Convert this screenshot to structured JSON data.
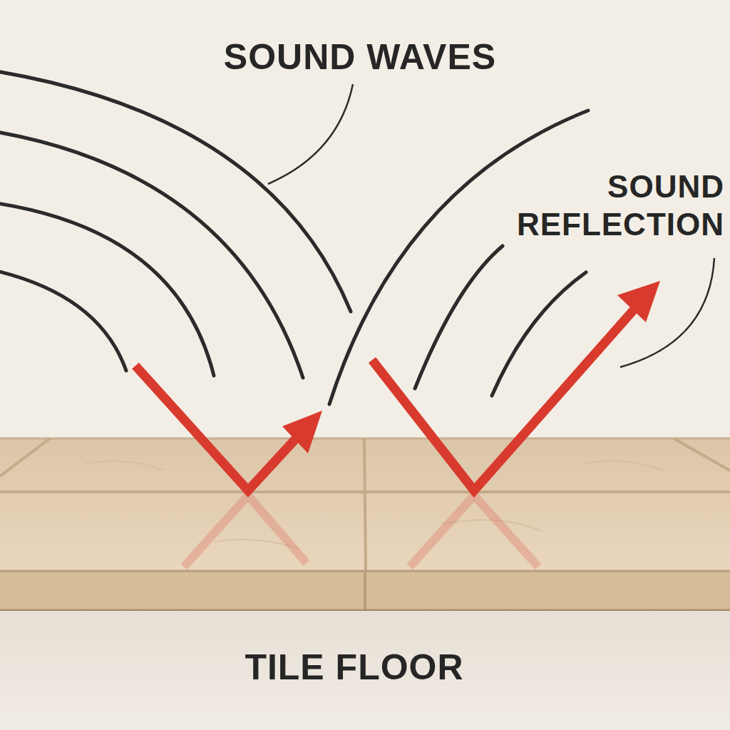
{
  "diagram": {
    "labels": [
      "SOUND WAVES",
      "SOUND REFLECTION",
      "TILE FLOOR"
    ]
  }
}
